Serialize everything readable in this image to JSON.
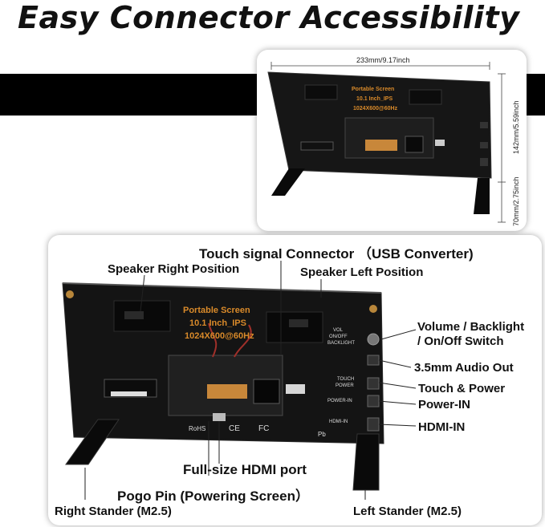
{
  "title": "Easy Connector Accessibility",
  "dimensions": {
    "width": "233mm/9.17inch",
    "height": "142mm/5.59inch",
    "stand": "70mm/2.75inch"
  },
  "board": {
    "line1": "Portable Screen",
    "line2": "10.1 Inch_IPS",
    "line3": "1024X600@60Hz",
    "vol": "VOL",
    "onoff": "ON/OFF",
    "backlight": "BACKLIGHT",
    "touch": "TOUCH",
    "power": "POWER",
    "powerin": "POWER-IN",
    "hdmiin": "HDMI-IN",
    "rohs": "RoHS",
    "ce": "CE",
    "fc": "FC",
    "pb": "Pb"
  },
  "callouts": {
    "touch_signal": "Touch signal Connector  （USB Converter)",
    "speaker_right": "Speaker Right  Position",
    "speaker_left": "Speaker Left Position",
    "volume": "Volume / Backlight",
    "onoff_switch": "/ On/Off Switch",
    "audio": "3.5mm Audio Out",
    "touch_power": "Touch & Power",
    "power_in": "Power-IN",
    "hdmi_in": "HDMI-IN",
    "hdmi_port": "Full-size HDMI port",
    "pogo": "Pogo Pin (Powering Screen）",
    "right_stander": "Right Stander  (M2.5)",
    "left_stander": "Left Stander  (M2.5)"
  }
}
